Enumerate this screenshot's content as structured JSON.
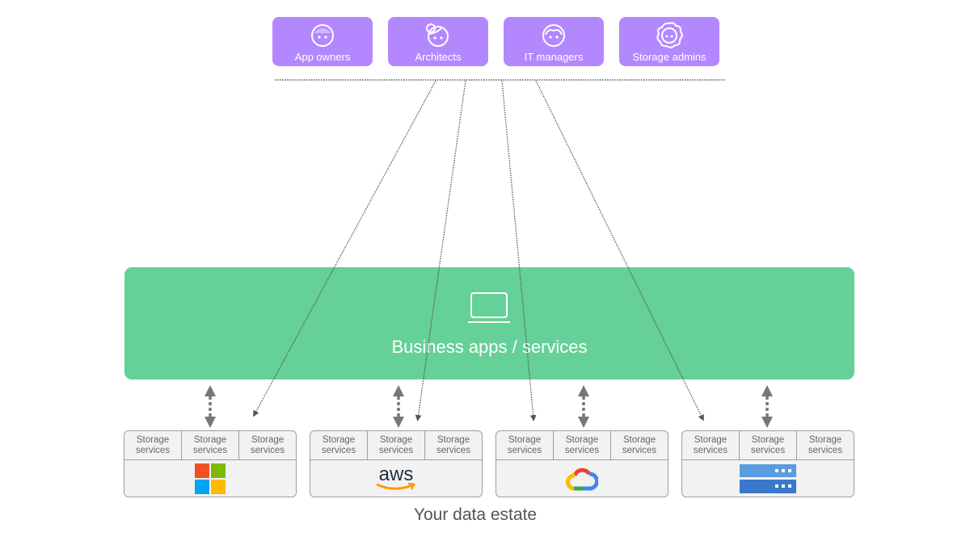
{
  "personas": [
    {
      "label": "App owners",
      "icon": "face-icon"
    },
    {
      "label": "Architects",
      "icon": "face-bun-icon"
    },
    {
      "label": "IT managers",
      "icon": "face-hair-icon"
    },
    {
      "label": "Storage admins",
      "icon": "face-curly-icon"
    }
  ],
  "business_layer": {
    "title": "Business apps / services",
    "icon": "laptop-icon"
  },
  "estates": [
    {
      "provider": "Microsoft",
      "logo": "microsoft-logo",
      "services": [
        "Storage services",
        "Storage services",
        "Storage services"
      ]
    },
    {
      "provider": "AWS",
      "logo": "aws-logo",
      "logo_text": "aws",
      "services": [
        "Storage services",
        "Storage services",
        "Storage services"
      ]
    },
    {
      "provider": "Google Cloud",
      "logo": "google-cloud-logo",
      "services": [
        "Storage services",
        "Storage services",
        "Storage services"
      ]
    },
    {
      "provider": "On-premises",
      "logo": "server-icon",
      "services": [
        "Storage services",
        "Storage services",
        "Storage services"
      ]
    }
  ],
  "caption": "Your data estate",
  "colors": {
    "persona": "#b388ff",
    "business": "#65d097",
    "estate_bg": "#f2f2f2",
    "estate_border": "#9e9e9e",
    "connector": "#555555"
  }
}
